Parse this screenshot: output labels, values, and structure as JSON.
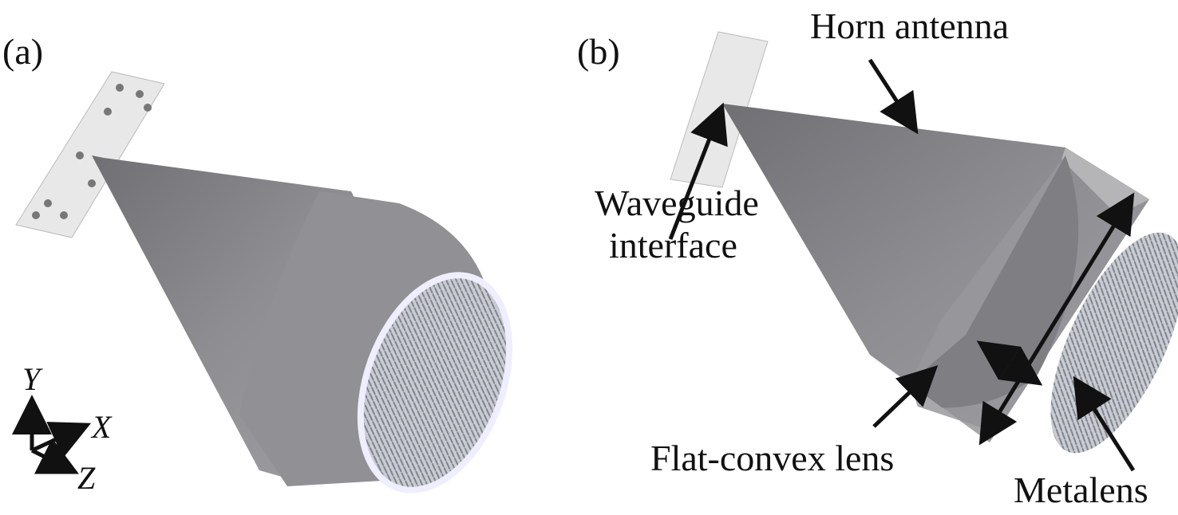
{
  "panels": {
    "a": {
      "label": "(a)",
      "axes": {
        "x": "X",
        "y": "Y",
        "z": "Z"
      }
    },
    "b": {
      "label": "(b)",
      "annotations": {
        "horn_antenna": "Horn antenna",
        "waveguide_line1": "Waveguide",
        "waveguide_line2": "interface",
        "flat_convex_lens": "Flat-convex lens",
        "metalens": "Metalens"
      }
    }
  },
  "colors": {
    "body": "#8a8a8e",
    "flange": "#e6e6e6",
    "text": "#111111"
  }
}
